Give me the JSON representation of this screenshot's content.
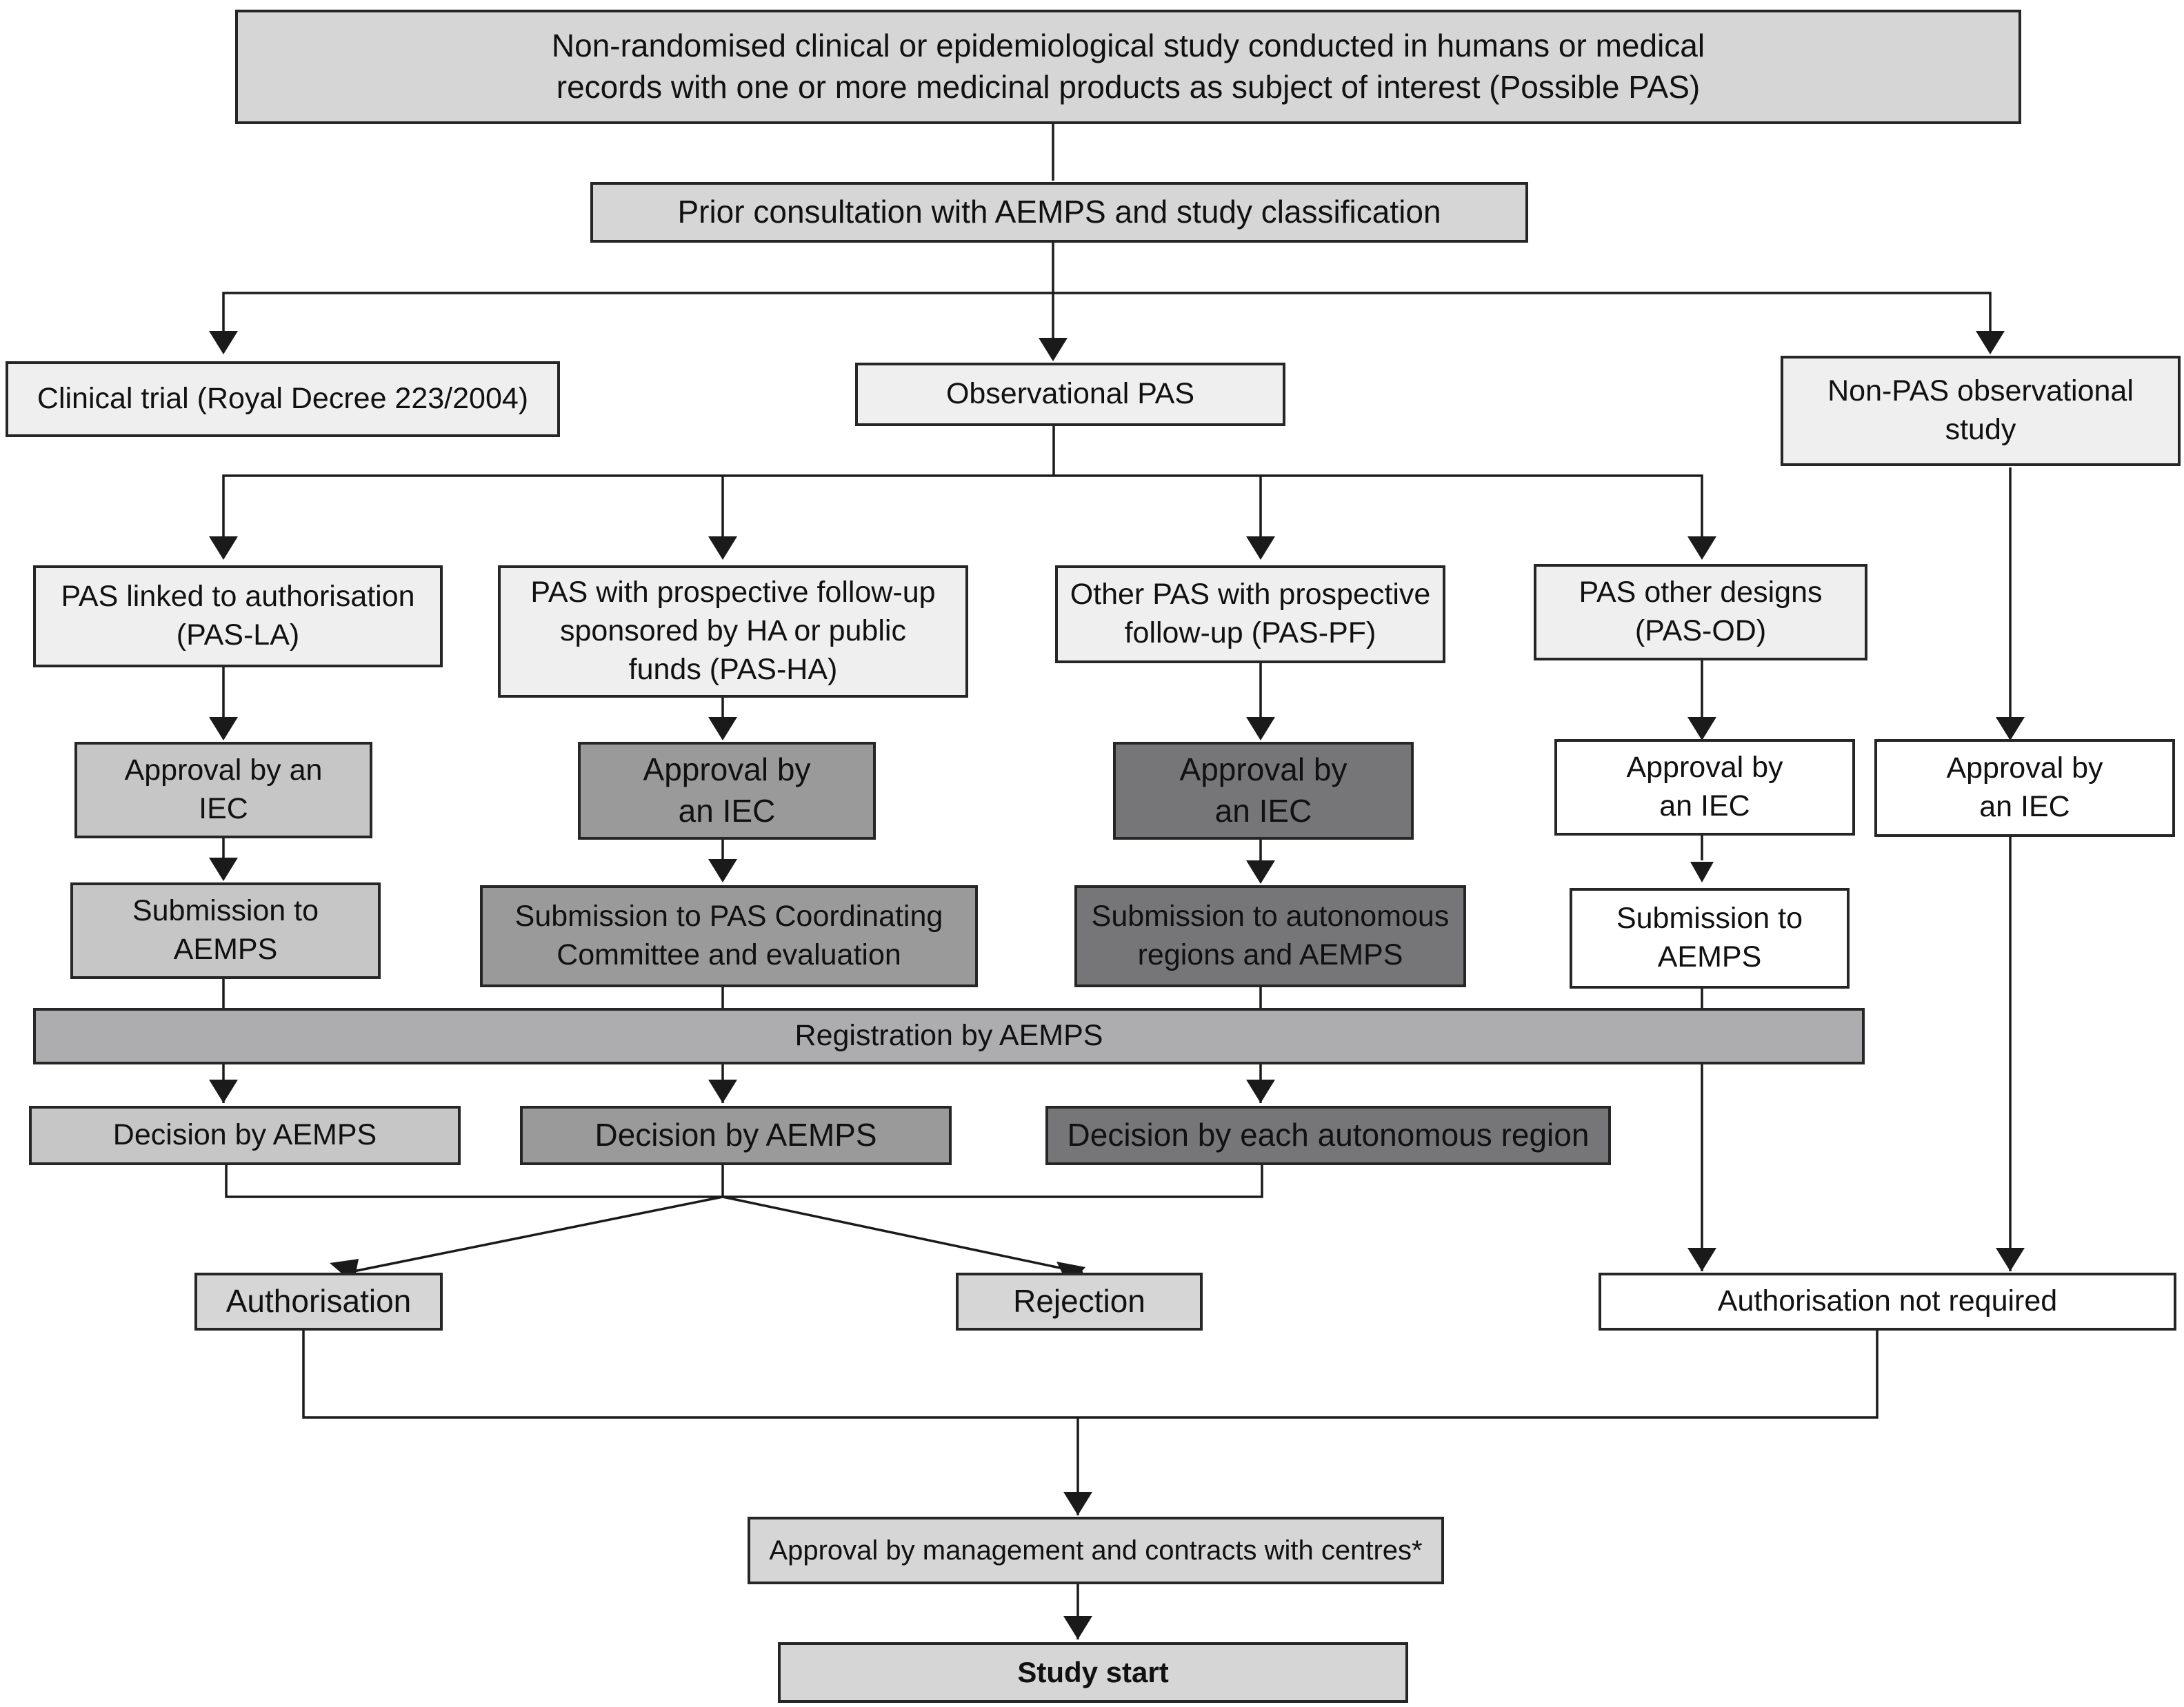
{
  "nodes": {
    "possible_pas": "Non-randomised clinical or epidemiological study conducted in humans or medical\nrecords with one or more medicinal products as subject of interest (Possible PAS)",
    "prior_consultation": "Prior consultation with AEMPS and study classification",
    "clinical_trial": "Clinical trial (Royal Decree 223/2004)",
    "observational_pas": "Observational PAS",
    "non_pas_study": "Non-PAS observational\nstudy",
    "pas_la": "PAS linked to authorisation\n(PAS-LA)",
    "pas_ha": "PAS with prospective follow-up\nsponsored by HA or public\nfunds (PAS-HA)",
    "pas_pf": "Other PAS with prospective\nfollow-up (PAS-PF)",
    "pas_od": "PAS other designs\n(PAS-OD)",
    "iec_la": "Approval by an\nIEC",
    "iec_ha": "Approval by\nan IEC",
    "iec_pf": "Approval by\nan IEC",
    "iec_od": "Approval by\nan IEC",
    "iec_nonpas": "Approval by\nan IEC",
    "sub_la": "Submission to\nAEMPS",
    "sub_ha": "Submission to PAS Coordinating\nCommittee and evaluation",
    "sub_pf": "Submission to autonomous\nregions and AEMPS",
    "sub_od": "Submission to\nAEMPS",
    "registration": "Registration by AEMPS",
    "dec_la": "Decision by AEMPS",
    "dec_ha": "Decision by AEMPS",
    "dec_pf": "Decision by each autonomous region",
    "authorisation": "Authorisation",
    "rejection": "Rejection",
    "auth_not_required": "Authorisation not required",
    "management": "Approval by management and contracts with centres*",
    "study_start": "Study start"
  }
}
